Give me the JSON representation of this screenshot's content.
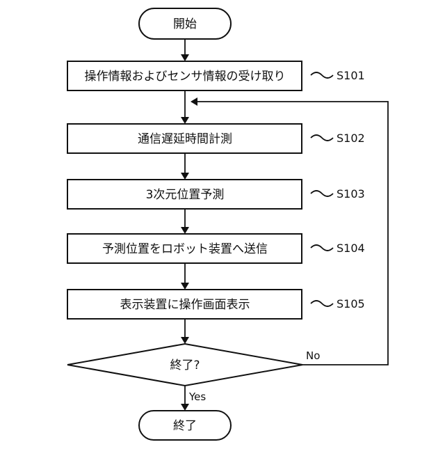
{
  "flowchart": {
    "start_label": "開始",
    "end_label": "終了",
    "decision_label": "終了?",
    "yes_label": "Yes",
    "no_label": "No",
    "steps": [
      {
        "id": "S101",
        "label": "操作情報およびセンサ情報の受け取り"
      },
      {
        "id": "S102",
        "label": "通信遅延時間計測"
      },
      {
        "id": "S103",
        "label": "3次元位置予測"
      },
      {
        "id": "S104",
        "label": "予測位置をロボット装置へ送信"
      },
      {
        "id": "S105",
        "label": "表示装置に操作画面表示"
      }
    ]
  }
}
